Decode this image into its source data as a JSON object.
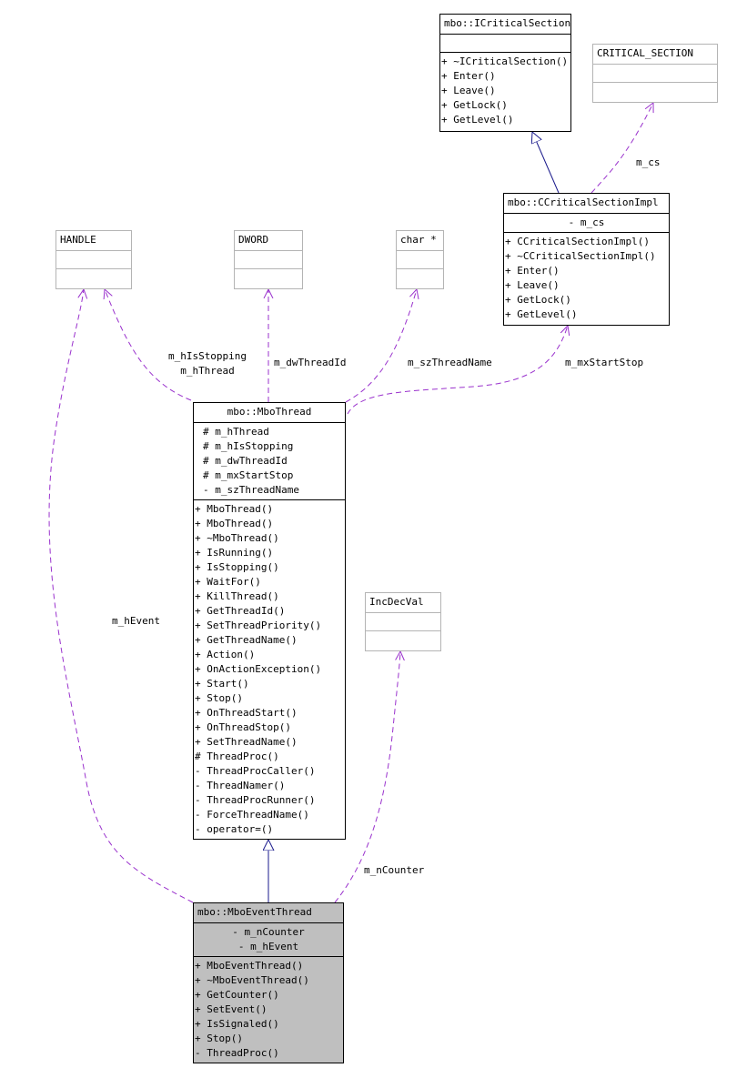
{
  "classes": {
    "icritical": {
      "name": "mbo::ICriticalSection",
      "attributes": [],
      "operations": [
        "+ ~ICriticalSection()",
        "+ Enter()",
        "+ Leave()",
        "+ GetLock()",
        "+ GetLevel()"
      ]
    },
    "critical_section": {
      "name": "CRITICAL_SECTION"
    },
    "ccritical_impl": {
      "name": "mbo::CCriticalSectionImpl",
      "attributes": [
        "- m_cs"
      ],
      "operations": [
        "+ CCriticalSectionImpl()",
        "+ ~CCriticalSectionImpl()",
        "+ Enter()",
        "+ Leave()",
        "+ GetLock()",
        "+ GetLevel()"
      ]
    },
    "handle": {
      "name": "HANDLE"
    },
    "dword": {
      "name": "DWORD"
    },
    "char_ptr": {
      "name": "char *"
    },
    "mbothread": {
      "name": "mbo::MboThread",
      "attributes": [
        "# m_hThread",
        "# m_hIsStopping",
        "# m_dwThreadId",
        "# m_mxStartStop",
        "- m_szThreadName"
      ],
      "operations": [
        "+ MboThread()",
        "+ MboThread()",
        "+ ~MboThread()",
        "+ IsRunning()",
        "+ IsStopping()",
        "+ WaitFor()",
        "+ KillThread()",
        "+ GetThreadId()",
        "+ SetThreadPriority()",
        "+ GetThreadName()",
        "+ Action()",
        "+ OnActionException()",
        "+ Start()",
        "+ Stop()",
        "+ OnThreadStart()",
        "+ OnThreadStop()",
        "+ SetThreadName()",
        "# ThreadProc()",
        "- ThreadProcCaller()",
        "- ThreadNamer()",
        "- ThreadProcRunner()",
        "- ForceThreadName()",
        "- operator=()"
      ]
    },
    "incdecval": {
      "name": "IncDecVal"
    },
    "mboeventthread": {
      "name": "mbo::MboEventThread",
      "attributes": [
        "- m_nCounter",
        "- m_hEvent"
      ],
      "operations": [
        "+ MboEventThread()",
        "+ ~MboEventThread()",
        "+ GetCounter()",
        "+ SetEvent()",
        "+ IsSignaled()",
        "+ Stop()",
        "- ThreadProc()"
      ]
    }
  },
  "edge_labels": {
    "m_cs": "m_cs",
    "m_hIsStopping": "m_hIsStopping",
    "m_hThread": "m_hThread",
    "m_dwThreadId": "m_dwThreadId",
    "m_szThreadName": "m_szThreadName",
    "m_mxStartStop": "m_mxStartStop",
    "m_hEvent": "m_hEvent",
    "m_nCounter": "m_nCounter"
  },
  "colors": {
    "inheritance": "#1a1a8c",
    "dependency": "#9a32cd",
    "focus_fill": "#bfbfbf",
    "external_border": "#b4b4b4"
  }
}
